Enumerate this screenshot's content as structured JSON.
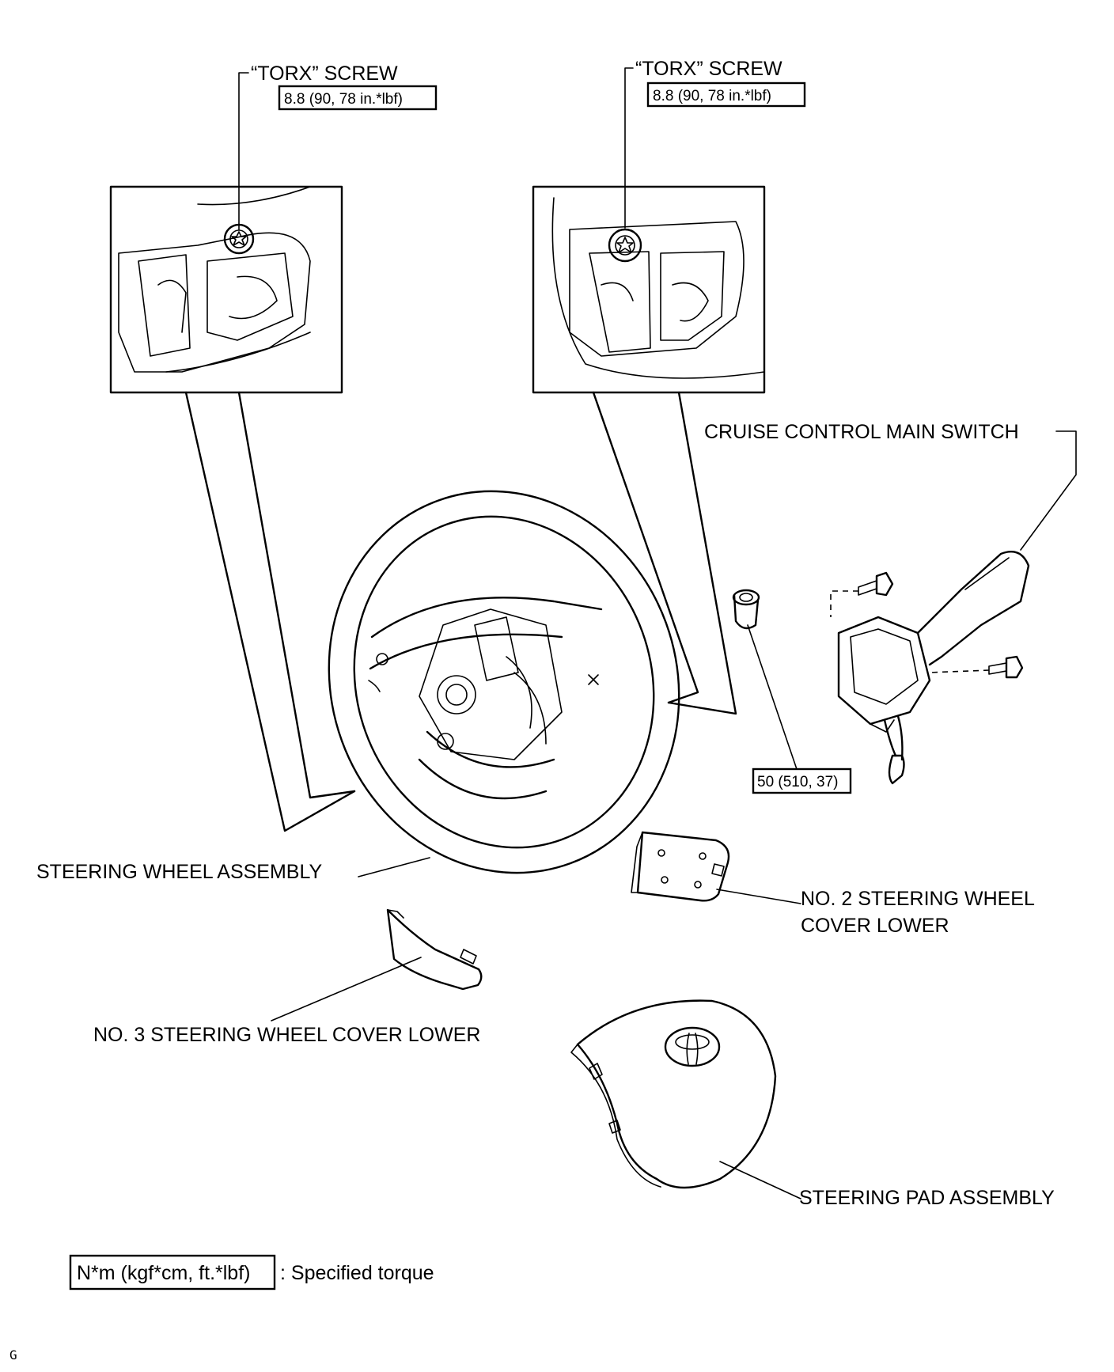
{
  "labels": {
    "torx_screw_left": "“TORX” SCREW",
    "torx_screw_right": "“TORX” SCREW",
    "cruise_switch": "CRUISE CONTROL MAIN SWITCH",
    "steering_wheel": "STEERING WHEEL ASSEMBLY",
    "cover_no2_line1": "NO. 2 STEERING WHEEL",
    "cover_no2_line2": "COVER LOWER",
    "cover_no3": "NO. 3 STEERING WHEEL COVER LOWER",
    "steering_pad": "STEERING PAD ASSEMBLY"
  },
  "torques": {
    "torx_left": "8.8 (90, 78 in.*lbf)",
    "torx_right": "8.8 (90, 78 in.*lbf)",
    "nut": "50 (510, 37)"
  },
  "legend": {
    "unit_box": "N*m (kgf*cm, ft.*lbf)",
    "description": ": Specified torque"
  },
  "figure_id": "G"
}
